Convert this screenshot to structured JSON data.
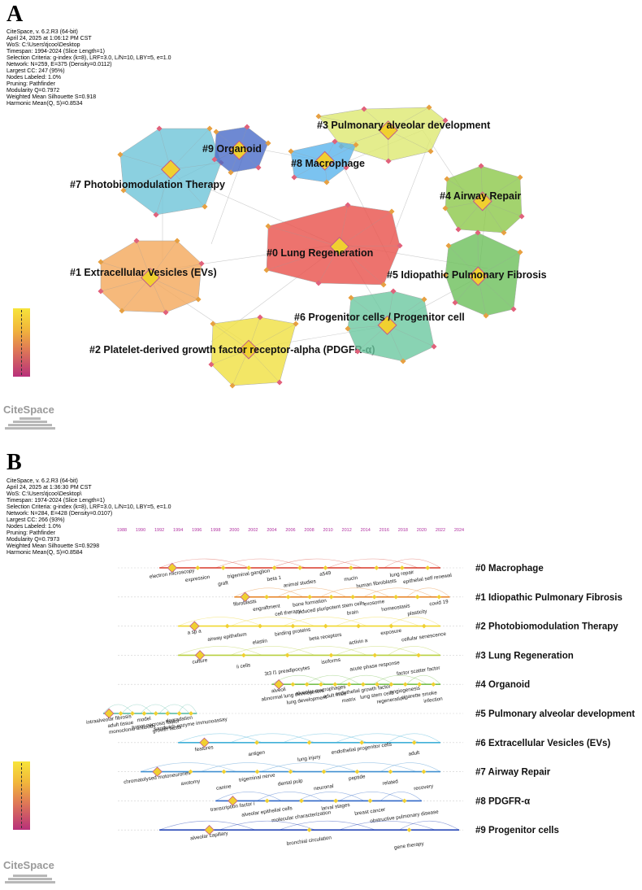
{
  "panelA": {
    "letter": "A",
    "meta": [
      "CiteSpace, v. 6.2.R3 (64-bit)",
      "April 24, 2025 at 1:06:12 PM CST",
      "WoS: C:\\Users\\tjcoo\\Desktop",
      "Timespan: 1994-2024 (Slice Length=1)",
      "Selection Criteria: g-index (k=8), LRF=3.0, L/N=10, LBY=5, e=1.0",
      "Network: N=259, E=375 (Density=0.0112)",
      "Largest CC: 247 (95%)",
      "Nodes Labeled: 1.0%",
      "Pruning: Pathfinder",
      "Modularity Q=0.7972",
      "Weighted Mean Silhouette S=0.918",
      "Harmonic Mean(Q, S)=0.8534"
    ],
    "clusters": [
      {
        "label": "#0 Lung Regeneration",
        "color": "#e8504a"
      },
      {
        "label": "#1 Extracellular Vesicles (EVs)",
        "color": "#f4a85a"
      },
      {
        "label": "#2 Platelet-derived growth factor receptor-alpha (PDGFR-α)",
        "color": "#f0e040"
      },
      {
        "label": "#3 Pulmonary alveolar development",
        "color": "#dde870"
      },
      {
        "label": "#4 Airway Repair",
        "color": "#8cc84a"
      },
      {
        "label": "#5 Idiopathic Pulmonary Fibrosis",
        "color": "#6cbf5a"
      },
      {
        "label": "#6 Progenitor cells / Progenitor cell",
        "color": "#6cc8a0"
      },
      {
        "label": "#7 Photobiomodulation Therapy",
        "color": "#6ec4d8"
      },
      {
        "label": "#8 Macrophage",
        "color": "#5ab4ec"
      },
      {
        "label": "#9 Organoid",
        "color": "#4a6cc8"
      }
    ],
    "logo": "CiteSpace"
  },
  "panelB": {
    "letter": "B",
    "meta": [
      "CiteSpace, v. 6.2.R3 (64-bit)",
      "April 24, 2025 at 1:36:30 PM CST",
      "WoS: C:\\Users\\tjcoo\\Desktop\\",
      "Timespan: 1974-2024 (Slice Length=1)",
      "Selection Criteria: g-index (k=8), LRF=3.0, L/N=10, LBY=5, e=1.0",
      "Network: N=284, E=428 (Density=0.0107)",
      "Largest CC: 266 (93%)",
      "Nodes Labeled: 1.0%",
      "Pruning: Pathfinder",
      "Modularity Q=0.7973",
      "Weighted Mean Silhouette S=0.9298",
      "Harmonic Mean(Q, S)=0.8584"
    ],
    "years": [
      "1988",
      "1990",
      "1992",
      "1994",
      "1996",
      "1998",
      "2000",
      "2002",
      "2004",
      "2006",
      "2008",
      "2010",
      "2012",
      "2014",
      "2016",
      "2018",
      "2020",
      "2022",
      "2024"
    ],
    "timelines": [
      {
        "label": "#0 Macrophage",
        "color": "#d83a2a",
        "start": 1992,
        "end": 2022,
        "terms": [
          "electron microscopy",
          "expression",
          "graft",
          "trigeminal ganglion",
          "beta 1",
          "animal studies",
          "a549",
          "mucin",
          "human fibroblasts",
          "lung repair",
          "epithelial self renewal"
        ]
      },
      {
        "label": "#1 Idiopathic Pulmonary Fibrosis",
        "color": "#e88a30",
        "start": 2000,
        "end": 2023,
        "terms": [
          "fibroblasts",
          "engraftment",
          "cell therapy",
          "bone formation",
          "induced pluripotent stem cells",
          "brain",
          "exosome",
          "homeostasis",
          "plasticity",
          "covid 19"
        ]
      },
      {
        "label": "#2 Photobiomodulation Therapy",
        "color": "#f0d830",
        "start": 1994,
        "end": 2022,
        "terms": [
          "a sp a",
          "airway epithelium",
          "elastin",
          "binding proteins",
          "beta receptors",
          "activin a",
          "exposure",
          "cellular senescence"
        ]
      },
      {
        "label": "#3 Lung Regeneration",
        "color": "#b8d040",
        "start": 1994,
        "end": 2022,
        "terms": [
          "culture",
          "ii cells",
          "3t3 l1 preadipocytes",
          "isoforms",
          "acute phase response",
          "factor scatter factor"
        ]
      },
      {
        "label": "#4 Organoid",
        "color": "#78c050",
        "start": 2004,
        "end": 2022,
        "terms": [
          "alveoli",
          "abnormal lung development",
          "lung development",
          "alveolar macrophages",
          "adult mice",
          "matrix",
          "endothelial growth factor",
          "lung stem cells",
          "regeneration",
          "angiogenesis",
          "cigarette smoke",
          "infection"
        ]
      },
      {
        "label": "#5 Pulmonary alveolar development",
        "color": "#50b8a0",
        "start": 1986,
        "end": 1996,
        "terms": [
          "intraalveolar fibrosis",
          "adult tissue",
          "monoclonal antibody",
          "model",
          "tumor necrosis factor",
          "growth factor",
          "degradation",
          "sandwich enzyme immunoassay"
        ]
      },
      {
        "label": "#6 Extracellular Vesicles (EVs)",
        "color": "#40b0d8",
        "start": 1994,
        "end": 2022,
        "terms": [
          "features",
          "antigen",
          "lung injury",
          "endothelial progenitor cells",
          "adult"
        ]
      },
      {
        "label": "#7 Airway Repair",
        "color": "#4090d0",
        "start": 1990,
        "end": 2022,
        "terms": [
          "chromatolysed motoneurones",
          "axotomy",
          "canine",
          "trigeminal nerve",
          "dental pulp",
          "neuronal",
          "peptide",
          "related",
          "recovery"
        ]
      },
      {
        "label": "#8 PDGFR-α",
        "color": "#3068c8",
        "start": 1998,
        "end": 2020,
        "terms": [
          "transcription factor i",
          "alveolar epithelial cells",
          "molecular characterization",
          "larval stages",
          "breast cancer",
          "obstructive pulmonary disease"
        ]
      },
      {
        "label": "#9 Progenitor cells",
        "color": "#2848b8",
        "start": 1992,
        "end": 2024,
        "terms": [
          "alveolar capillary",
          "bronchial circulation",
          "gene therapy"
        ]
      }
    ],
    "logo": "CiteSpace"
  },
  "colors": {
    "legend_top": "#f7e43a",
    "legend_bottom": "#b8307a",
    "year_color": "#b030a0"
  }
}
